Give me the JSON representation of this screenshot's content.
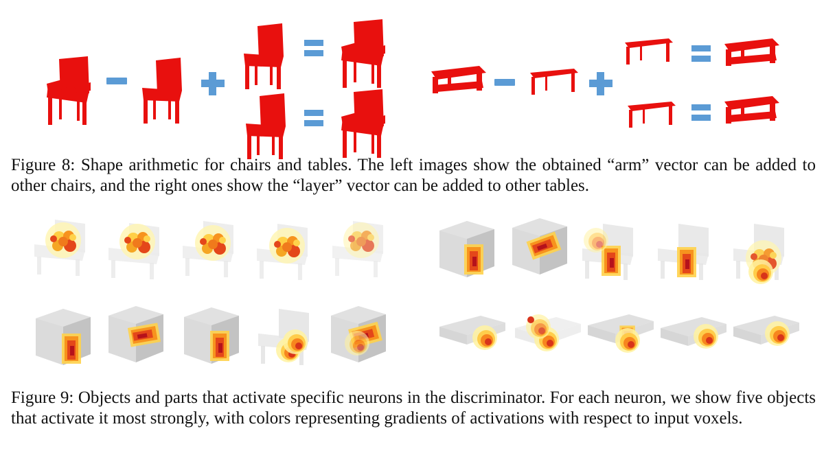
{
  "figure8": {
    "caption": "Figure 8: Shape arithmetic for chairs and tables. The left images show the obtained “arm” vector can be added to other chairs, and the right ones show the “layer” vector can be added to other tables.",
    "panels": [
      {
        "subject": "chairs",
        "vector": "arm"
      },
      {
        "subject": "tables",
        "vector": "layer"
      }
    ],
    "shape_color": "#e8100e",
    "operator_color": "#5b9bd5"
  },
  "figure9": {
    "caption": "Figure 9: Objects and parts that activate specific neurons in the discriminator. For each neuron, we show five objects that activate it most strongly, with colors representing gradients of activations with respect to input voxels.",
    "objects_per_neuron": 5,
    "neuron_rows": 4,
    "voxel_color": "#c8c8c8",
    "gradient_colors": [
      "#fff6a0",
      "#ffd24a",
      "#f7931e",
      "#e4471a",
      "#b5121b"
    ]
  }
}
